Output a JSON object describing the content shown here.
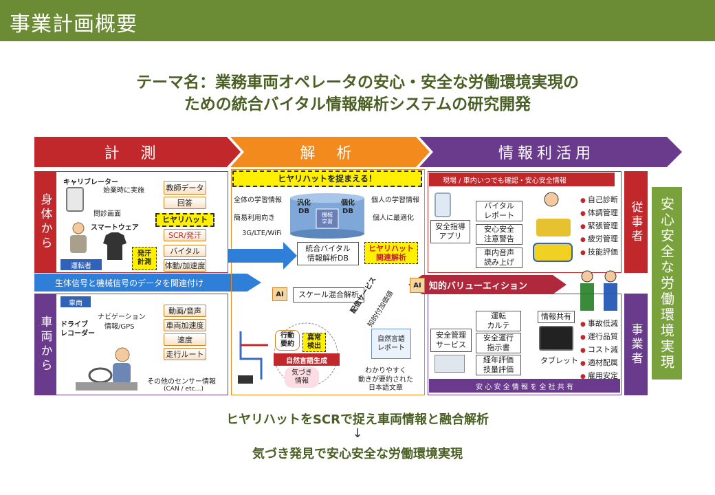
{
  "header": {
    "title": "事業計画概要"
  },
  "theme": {
    "line1": "テーマ名：業務車両オペレータの安心・安全な労働環境実現の",
    "line2": "ための統合バイタル情報解析システムの研究開発"
  },
  "phases": {
    "measure": "計 測",
    "analyze": "解 析",
    "use": "情報利活用"
  },
  "left": {
    "body_label": "身体から",
    "vehicle_label": "車両から",
    "caliblator": "キャリブレーター",
    "at_start": "始業時に実施",
    "interview": "問診画面",
    "smartwear": "スマートウェア",
    "driver": "運転者",
    "sweat": "発汗\n計測",
    "teacher_data": "教師データ",
    "answer": "回答",
    "hiyari": "ヒヤリハット",
    "scr": "SCR/発汗",
    "vital": "バイタル",
    "motion": "体動/加速度",
    "link_band": "生体信号と機械信号のデータを関連付け",
    "vehicle": "車両",
    "navigation": "ナビゲーション",
    "gps": "情報/GPS",
    "recorder": "ドライブ\nレコーダー",
    "video": "動画/音声",
    "accel": "車両加速度",
    "speed": "速度",
    "route": "走行ルート",
    "other_sensor": "その他のセンサー情報",
    "can": "(CAN / etc…)"
  },
  "center": {
    "catch": "ヒヤリハットを捉まえる！",
    "all_learning": "全体の学習情報",
    "simple_use": "簡易利用向き",
    "general_db": "汎化\nDB",
    "personal_db": "個化\nDB",
    "ml": "機械\n学習",
    "personal_learning": "個人の学習情報",
    "personal_opt": "個人に最適化",
    "network": "3G/LTE/WiFi",
    "integrated_db": "統合バイタル\n情報解析DB",
    "hiyari_analysis": "ヒヤリハット\n関連解析",
    "ai1": "AI",
    "scale": "スケール混合解析",
    "delivery": "配信サービス",
    "value_add": "知的付加価値",
    "action_summary": "行動\n要約",
    "anomaly": "異常\n検出",
    "nlg": "自然言語生成",
    "awareness": "気づき\n情報",
    "report": "自然言語\nレポート",
    "summary_note": "わかりやすく\n動きが要約された\n日本語文章"
  },
  "right": {
    "info_band": "現場 / 車内いつでも確認・安心安全情報",
    "guide_app": "安全指導\nアプリ",
    "vital_report": "バイタル\nレポート",
    "warning": "安心安全\n注意警告",
    "voice": "車内音声\n読み上げ",
    "valuation_ai": "AI",
    "valuation": "知的バリューエィション",
    "mgmt_service": "安全管理\nサービス",
    "chart": "運転\nカルテ",
    "instruction": "安全運行\n指示書",
    "eval": "経年評価\n技量評価",
    "share": "情報共有",
    "tablet": "タブレット",
    "share_band": "安 心 安 全 情 報 を 全 社 共 有",
    "employee": "従事者",
    "operator": "事業者",
    "employee_items": [
      "自己診断",
      "体調管理",
      "緊張管理",
      "疲労管理",
      "技能評価"
    ],
    "operator_items": [
      "事故低減",
      "運行品質",
      "コスト減",
      "適材配属",
      "雇用安定"
    ],
    "goal": "安心安全な労働環境実現"
  },
  "bottom": {
    "line1": "ヒヤリハットをSCRで捉え車両情報と融合解析",
    "arrow": "↓",
    "line2": "気づき発見で安心安全な労働環境実現"
  },
  "colors": {
    "header": "#6b8c34",
    "measure": "#c0282b",
    "analyze": "#f28a1e",
    "use": "#6a3a8c"
  }
}
